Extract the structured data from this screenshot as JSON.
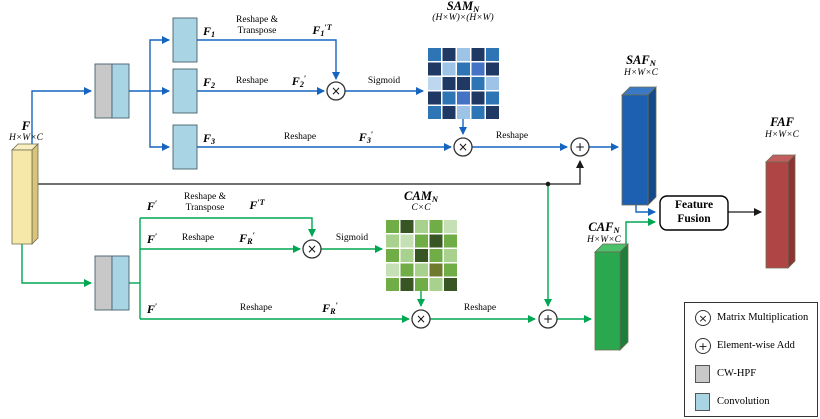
{
  "labels": {
    "reshape": "Reshape",
    "reshape_amp": "Reshape &",
    "transpose": "Transpose",
    "sigmoid": "Sigmoid"
  },
  "m": {
    "f": {
      "b": "F"
    },
    "f1": {
      "b": "F",
      "s": "1"
    },
    "f2": {
      "b": "F",
      "s": "2"
    },
    "f3": {
      "b": "F",
      "s": "3"
    },
    "f1t": {
      "b": "F",
      "s": "1",
      "p": "′T"
    },
    "f2p": {
      "b": "F",
      "s": "2",
      "p": "′"
    },
    "f3p": {
      "b": "F",
      "s": "3",
      "p": "′"
    },
    "fp": {
      "b": "F",
      "p": "′"
    },
    "fpt": {
      "b": "F",
      "p": "′T"
    },
    "fpr": {
      "b": "F",
      "s": "R",
      "p": "′"
    },
    "sam": {
      "b": "SAM",
      "s": "N"
    },
    "cam": {
      "b": "CAM",
      "s": "N"
    },
    "saf": {
      "b": "SAF",
      "s": "N"
    },
    "caf": {
      "b": "CAF",
      "s": "N"
    },
    "faf": {
      "b": "FAF"
    }
  },
  "dims": {
    "f": "H×W×C",
    "sam": "(H×W)×(H×W)",
    "cam": "C×C",
    "saf": "H×W×C",
    "caf": "H×W×C",
    "faf": "H×W×C"
  },
  "fusion": {
    "line1": "Feature",
    "line2": "Fusion"
  },
  "ops": {
    "multiply": "×",
    "add": "+"
  },
  "legend": {
    "items": [
      {
        "symbol": "multiply-circle-icon",
        "label": "Matrix Multiplication"
      },
      {
        "symbol": "add-circle-icon",
        "label": "Element-wise Add"
      },
      {
        "symbol": "cw-hpf-swatch",
        "label": "CW-HPF"
      },
      {
        "symbol": "convolution-swatch",
        "label": "Convolution"
      }
    ]
  },
  "palette": {
    "blue": "#1565c0",
    "green": "#00a651",
    "black": "#1a1a1a",
    "conv": "#a8d4e4",
    "hpf": "#c8c8c8",
    "f_front": "#f6e8a8",
    "f_top": "#f9efc0",
    "f_side": "#d9c478",
    "saf_front": "#1d5fb0",
    "saf_top": "#3c79c4",
    "saf_side": "#154a8a",
    "caf_front": "#2aa84f",
    "caf_top": "#4cc06a",
    "caf_side": "#1d7d3a",
    "faf_front": "#b04545",
    "faf_top": "#c25e5e",
    "faf_side": "#8e3333"
  },
  "grids": {
    "sam": {
      "colors": [
        [
          "#2e75b6",
          "#1f3864",
          "#9dc3e6",
          "#1f3864",
          "#2e75b6"
        ],
        [
          "#1f3864",
          "#9dc3e6",
          "#2e75b6",
          "#4472c4",
          "#1f3864"
        ],
        [
          "#bdd7ee",
          "#1f3864",
          "#1f3864",
          "#2e75b6",
          "#9dc3e6"
        ],
        [
          "#1f3864",
          "#2e75b6",
          "#4472c4",
          "#1f3864",
          "#2e75b6"
        ],
        [
          "#2e75b6",
          "#1f3864",
          "#9dc3e6",
          "#2e75b6",
          "#1f3864"
        ]
      ]
    },
    "cam": {
      "colors": [
        [
          "#70ad47",
          "#375623",
          "#a9d18e",
          "#70ad47",
          "#c5e0b4"
        ],
        [
          "#a9d18e",
          "#c5e0b4",
          "#70ad47",
          "#375623",
          "#70ad47"
        ],
        [
          "#70ad47",
          "#a9d18e",
          "#375623",
          "#70ad47",
          "#a9d18e"
        ],
        [
          "#c5e0b4",
          "#70ad47",
          "#a9d18e",
          "#6e7b2f",
          "#70ad47"
        ],
        [
          "#70ad47",
          "#375623",
          "#70ad47",
          "#a9d18e",
          "#375623"
        ]
      ]
    }
  }
}
